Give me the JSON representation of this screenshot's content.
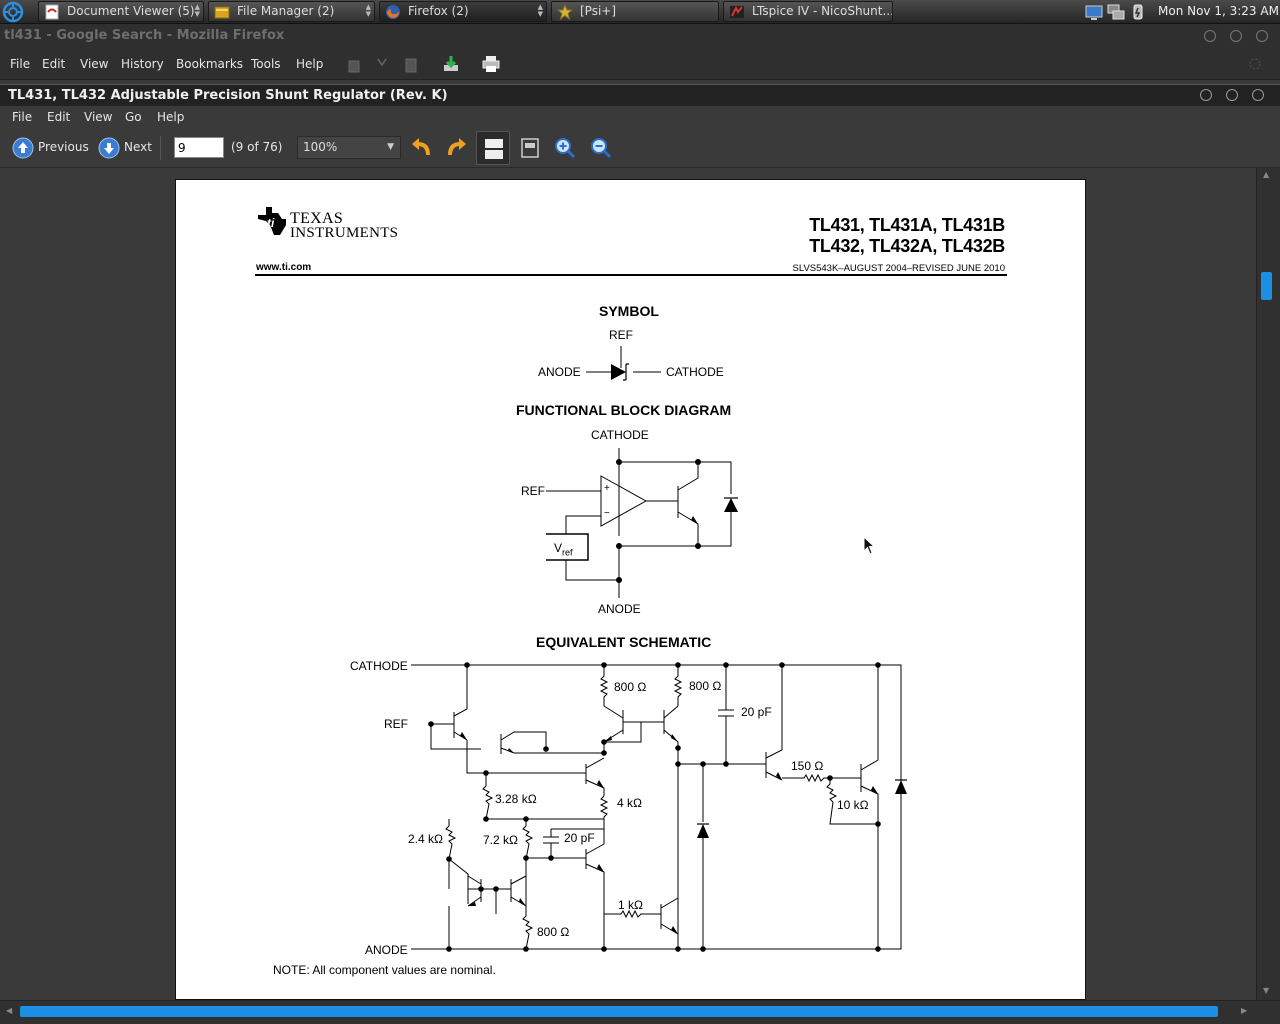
{
  "taskbar": {
    "tasks": [
      {
        "label": "Document Viewer (5)"
      },
      {
        "label": "File Manager (2)"
      },
      {
        "label": "Firefox (2)"
      },
      {
        "label": "[Psi+]"
      },
      {
        "label": "LTspice IV - NicoShunt..."
      }
    ],
    "clock": "Mon Nov  1,  3:23 AM"
  },
  "firefox": {
    "title": "tl431 - Google Search - Mozilla Firefox",
    "menu": [
      "File",
      "Edit",
      "View",
      "History",
      "Bookmarks",
      "Tools",
      "Help"
    ]
  },
  "viewer": {
    "title": "TL431, TL432 Adjustable Precision Shunt Regulator (Rev. K)",
    "menu": [
      "File",
      "Edit",
      "View",
      "Go",
      "Help"
    ],
    "previous_label": "Previous",
    "next_label": "Next",
    "page_value": "9",
    "page_count": "(9 of 76)",
    "zoom": "100%"
  },
  "document": {
    "logo_line1": "TEXAS",
    "logo_line2": "INSTRUMENTS",
    "part_line1": "TL431, TL431A, TL431B",
    "part_line2": "TL432, TL432A, TL432B",
    "website": "www.ti.com",
    "doc_code": "SLVS543K–AUGUST 2004–REVISED JUNE 2010",
    "symbol_heading": "SYMBOL",
    "block_heading": "FUNCTIONAL BLOCK DIAGRAM",
    "schematic_heading": "EQUIVALENT SCHEMATIC",
    "ref": "REF",
    "anode": "ANODE",
    "cathode": "CATHODE",
    "vref_v": "V",
    "vref_sub": "ref",
    "plus": "+",
    "minus": "−",
    "values": {
      "r800a": "800 Ω",
      "r800b": "800 Ω",
      "c20a": "20 pF",
      "r150": "150 Ω",
      "r10k": "10 kΩ",
      "r328k": "3.28 kΩ",
      "r4k": "4 kΩ",
      "r24k": "2.4 kΩ",
      "r72k": "7.2 kΩ",
      "c20b": "20 pF",
      "r1k": "1 kΩ",
      "r800c": "800 Ω"
    },
    "note": "NOTE:   All component values are nominal."
  }
}
